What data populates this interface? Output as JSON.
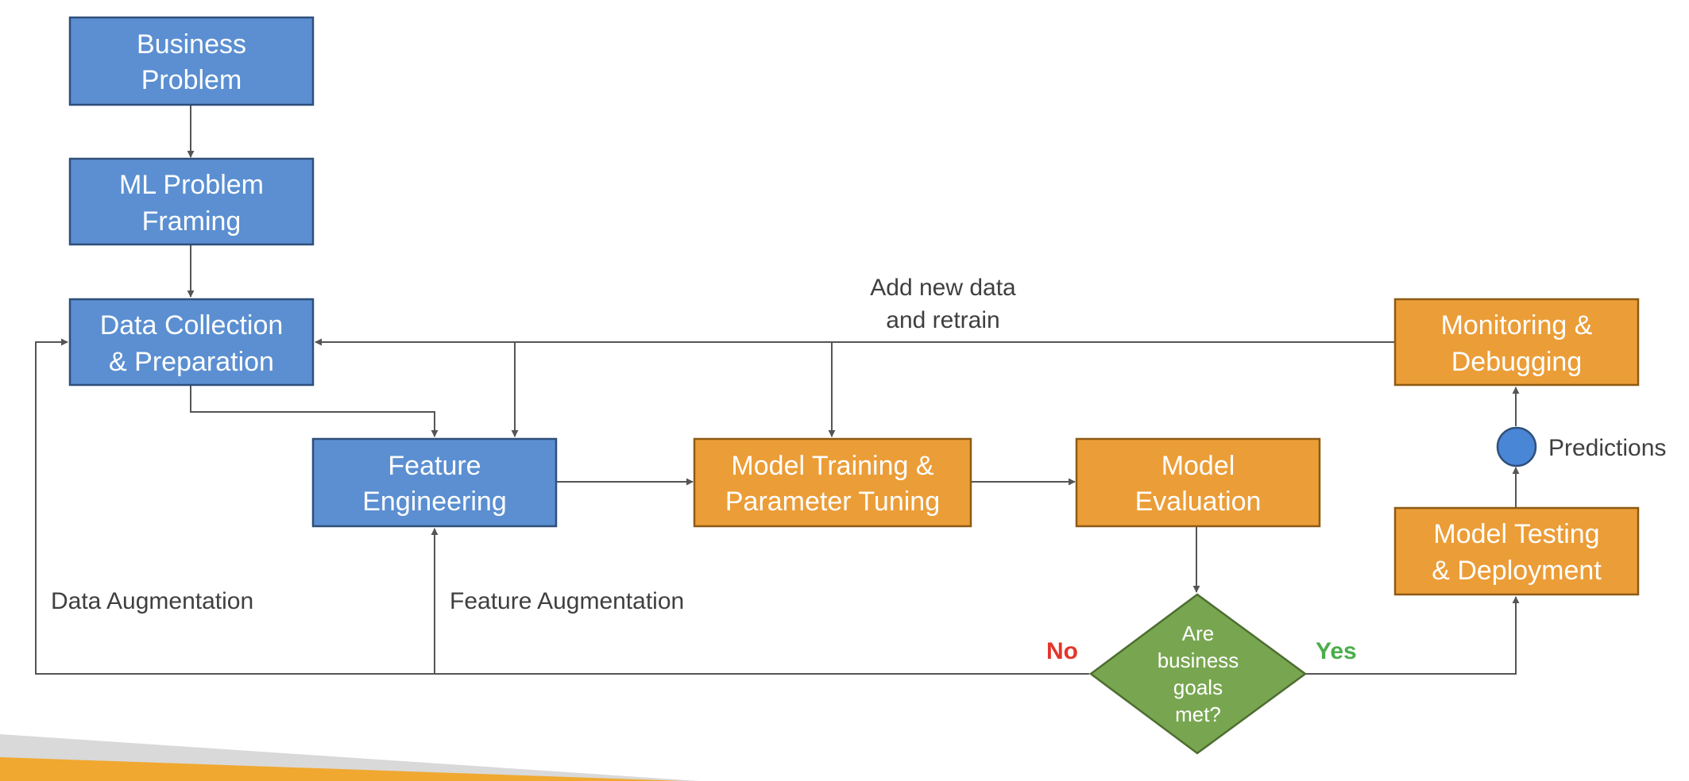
{
  "colors": {
    "blue_box": "#5b8fd1",
    "blue_border": "#2f4f7a",
    "orange_box": "#eb9d38",
    "orange_border": "#8e5a14",
    "green_diamond": "#78a650",
    "green_border": "#4d6d31",
    "circle": "#4a86d6",
    "line": "#555555",
    "no": "#e5352a",
    "yes": "#4aae4a",
    "stripe_gray": "#d9d9d9",
    "stripe_orange": "#f0a830"
  },
  "nodes": {
    "business_problem": {
      "line1": "Business",
      "line2": "Problem"
    },
    "ml_problem_framing": {
      "line1": "ML Problem",
      "line2": "Framing"
    },
    "data_collection": {
      "line1": "Data Collection",
      "line2": "& Preparation"
    },
    "feature_engineering": {
      "line1": "Feature",
      "line2": "Engineering"
    },
    "model_training": {
      "line1": "Model Training &",
      "line2": "Parameter Tuning"
    },
    "model_evaluation": {
      "line1": "Model",
      "line2": "Evaluation"
    },
    "decision": {
      "line1": "Are",
      "line2": "business",
      "line3": "goals",
      "line4": "met?"
    },
    "model_testing": {
      "line1": "Model Testing",
      "line2": "& Deployment"
    },
    "monitoring": {
      "line1": "Monitoring &",
      "line2": "Debugging"
    }
  },
  "labels": {
    "add_new_data_line1": "Add new data",
    "add_new_data_line2": "and retrain",
    "predictions": "Predictions",
    "data_augmentation": "Data Augmentation",
    "feature_augmentation": "Feature Augmentation",
    "no": "No",
    "yes": "Yes"
  }
}
